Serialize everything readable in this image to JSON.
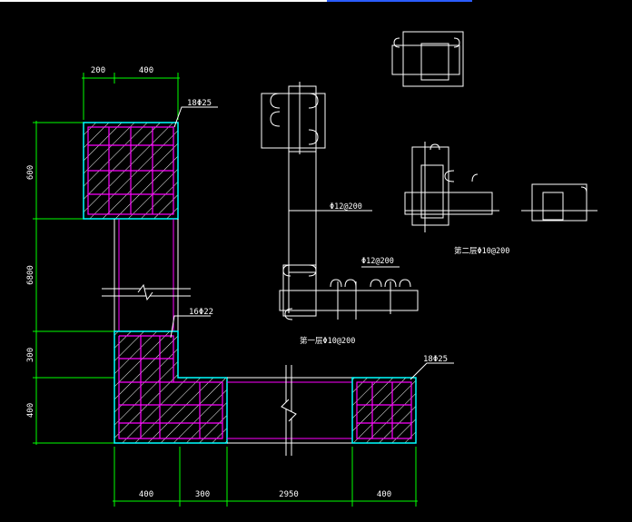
{
  "colors": {
    "background": "#000000",
    "dimension": "#00ff00",
    "outline": "#ffffff",
    "rebar": "#ff00ff",
    "hatch_green": "#00ffff",
    "hatch_black": "#ffffff",
    "hatch_fill": "#ffffff",
    "text": "#ffffff"
  },
  "top_dimensions": [
    "200",
    "400"
  ],
  "left_dimensions": [
    "600",
    "6800",
    "300",
    "400"
  ],
  "bottom_dimensions": [
    "400",
    "300",
    "2950",
    "400"
  ],
  "labels": {
    "top_column_rebar": "18Φ25",
    "corner_column_rebar": "16Φ22",
    "right_column_rebar": "18Φ25"
  },
  "detail_labels": {
    "stirrup_vertical": "Φ12@200",
    "stirrup_horizontal": "Φ12@200",
    "first_layer": "第一层Φ10@200",
    "second_layer": "第二层Φ10@200"
  },
  "icons": {
    "break_symbol": "break-line-icon"
  }
}
